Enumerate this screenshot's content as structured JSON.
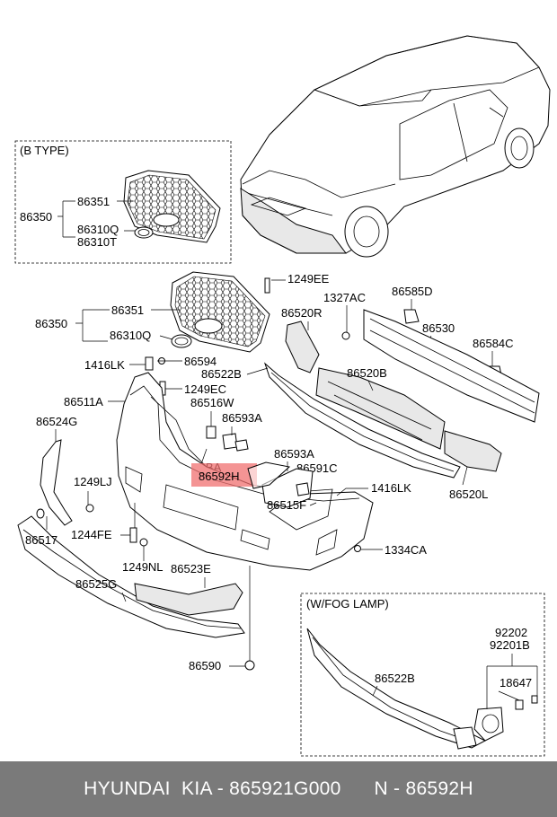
{
  "boxes": {
    "b_type": "(B TYPE)",
    "fog_lamp": "(W/FOG LAMP)"
  },
  "labels": {
    "b86351": "86351",
    "b86350": "86350",
    "b86310q": "86310Q",
    "b86310t": "86310T",
    "l1249ee": "1249EE",
    "l1327ac": "1327AC",
    "l86585d": "86585D",
    "l86351": "86351",
    "l86350": "86350",
    "l86520r": "86520R",
    "l86530": "86530",
    "l86310q": "86310Q",
    "l86584c": "86584C",
    "l1416lk_a": "1416LK",
    "l86594": "86594",
    "l86522b": "86522B",
    "l86520b": "86520B",
    "l1249ec": "1249EC",
    "l86511a": "86511A",
    "l86516w": "86516W",
    "l86593a_a": "86593A",
    "l86524g": "86524G",
    "l86593a_b": "86593A",
    "l1249ba": "1249BA",
    "l86591c": "86591C",
    "l86592h": "86592H",
    "l1249lj": "1249LJ",
    "l1416lk_b": "1416LK",
    "l86515f": "86515F",
    "l86520l": "86520L",
    "l86517": "86517",
    "l1244fe": "1244FE",
    "l1334ca": "1334CA",
    "l1249nl": "1249NL",
    "l86523e": "86523E",
    "l86525g": "86525G",
    "l86590": "86590",
    "f92202": "92202",
    "f92201b": "92201B",
    "f86522b": "86522B",
    "f18647": "18647"
  },
  "highlight_color": "#f07070",
  "footer": {
    "text": "HYUNDAI  KIA - 865921G000      N - 86592H"
  }
}
